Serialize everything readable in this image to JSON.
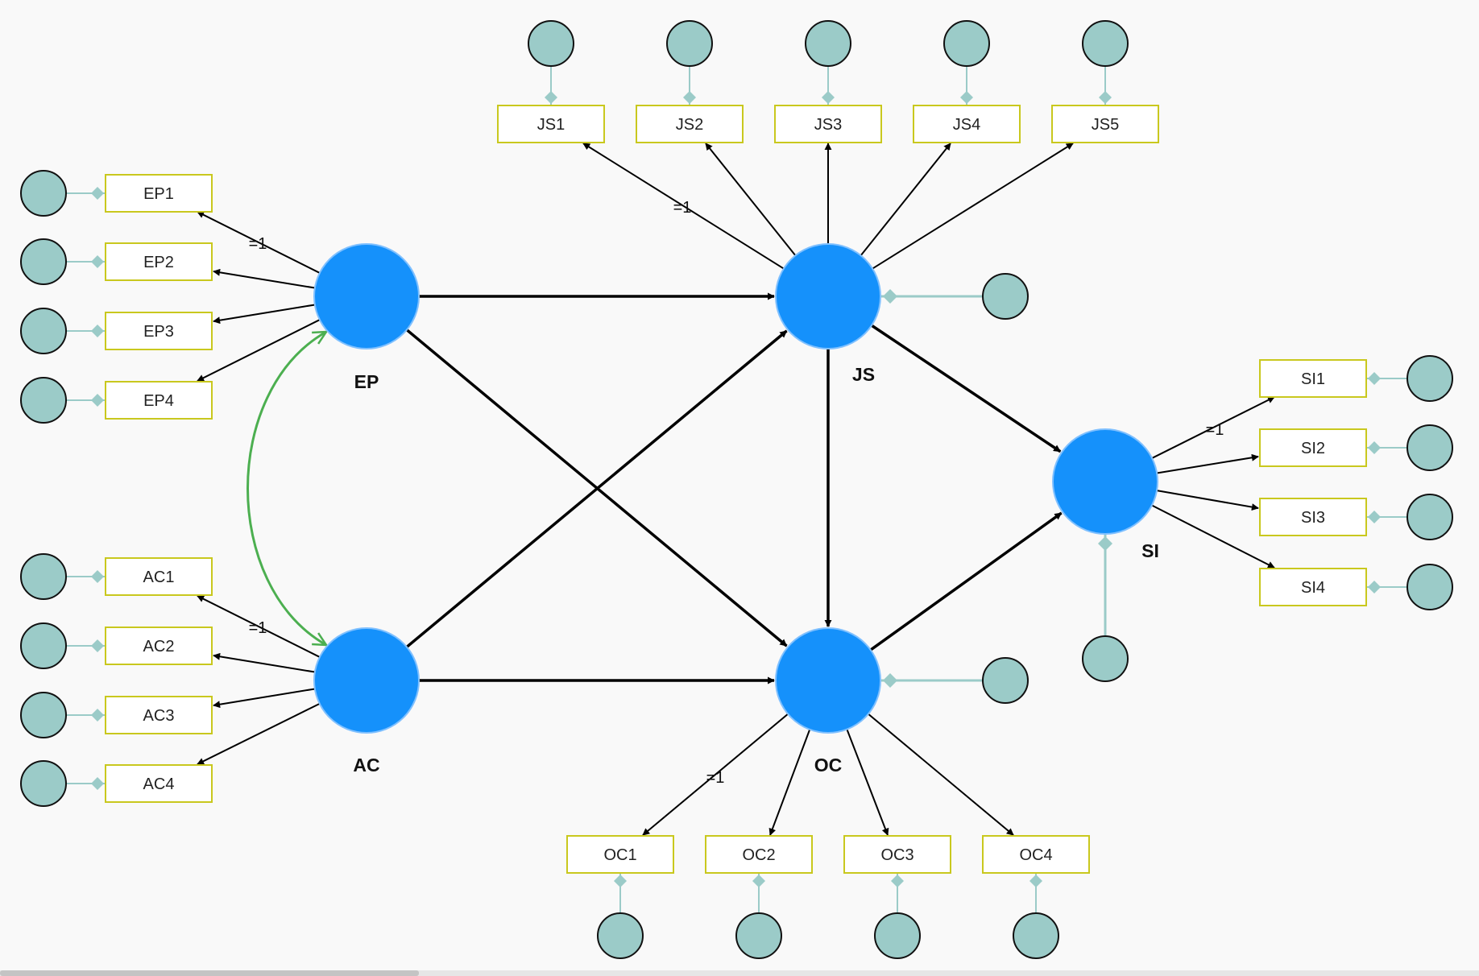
{
  "colors": {
    "latent_fill": "#1591fb",
    "error_fill": "#9bcbc8",
    "indicator_border": "#c9c81e",
    "path": "#000000",
    "correlation": "#4caf50",
    "error_line": "#9bcbc8",
    "background": "#f9f9f9"
  },
  "latents": [
    {
      "id": "EP",
      "label": "EP"
    },
    {
      "id": "AC",
      "label": "AC"
    },
    {
      "id": "JS",
      "label": "JS"
    },
    {
      "id": "OC",
      "label": "OC"
    },
    {
      "id": "SI",
      "label": "SI"
    }
  ],
  "indicators": [
    {
      "id": "EP1",
      "label": "EP1",
      "latent": "EP",
      "fixed": "=1"
    },
    {
      "id": "EP2",
      "label": "EP2",
      "latent": "EP"
    },
    {
      "id": "EP3",
      "label": "EP3",
      "latent": "EP"
    },
    {
      "id": "EP4",
      "label": "EP4",
      "latent": "EP"
    },
    {
      "id": "AC1",
      "label": "AC1",
      "latent": "AC",
      "fixed": "=1"
    },
    {
      "id": "AC2",
      "label": "AC2",
      "latent": "AC"
    },
    {
      "id": "AC3",
      "label": "AC3",
      "latent": "AC"
    },
    {
      "id": "AC4",
      "label": "AC4",
      "latent": "AC"
    },
    {
      "id": "JS1",
      "label": "JS1",
      "latent": "JS",
      "fixed": "=1"
    },
    {
      "id": "JS2",
      "label": "JS2",
      "latent": "JS"
    },
    {
      "id": "JS3",
      "label": "JS3",
      "latent": "JS"
    },
    {
      "id": "JS4",
      "label": "JS4",
      "latent": "JS"
    },
    {
      "id": "JS5",
      "label": "JS5",
      "latent": "JS"
    },
    {
      "id": "OC1",
      "label": "OC1",
      "latent": "OC",
      "fixed": "=1"
    },
    {
      "id": "OC2",
      "label": "OC2",
      "latent": "OC"
    },
    {
      "id": "OC3",
      "label": "OC3",
      "latent": "OC"
    },
    {
      "id": "OC4",
      "label": "OC4",
      "latent": "OC"
    },
    {
      "id": "SI1",
      "label": "SI1",
      "latent": "SI",
      "fixed": "=1"
    },
    {
      "id": "SI2",
      "label": "SI2",
      "latent": "SI"
    },
    {
      "id": "SI3",
      "label": "SI3",
      "latent": "SI"
    },
    {
      "id": "SI4",
      "label": "SI4",
      "latent": "SI"
    }
  ],
  "structural_paths": [
    {
      "from": "EP",
      "to": "JS"
    },
    {
      "from": "EP",
      "to": "OC"
    },
    {
      "from": "AC",
      "to": "JS"
    },
    {
      "from": "AC",
      "to": "OC"
    },
    {
      "from": "JS",
      "to": "OC"
    },
    {
      "from": "JS",
      "to": "SI"
    },
    {
      "from": "OC",
      "to": "SI"
    }
  ],
  "correlations": [
    {
      "a": "EP",
      "b": "AC"
    }
  ],
  "disturbances": [
    {
      "latent": "JS"
    },
    {
      "latent": "OC"
    },
    {
      "latent": "SI"
    }
  ]
}
